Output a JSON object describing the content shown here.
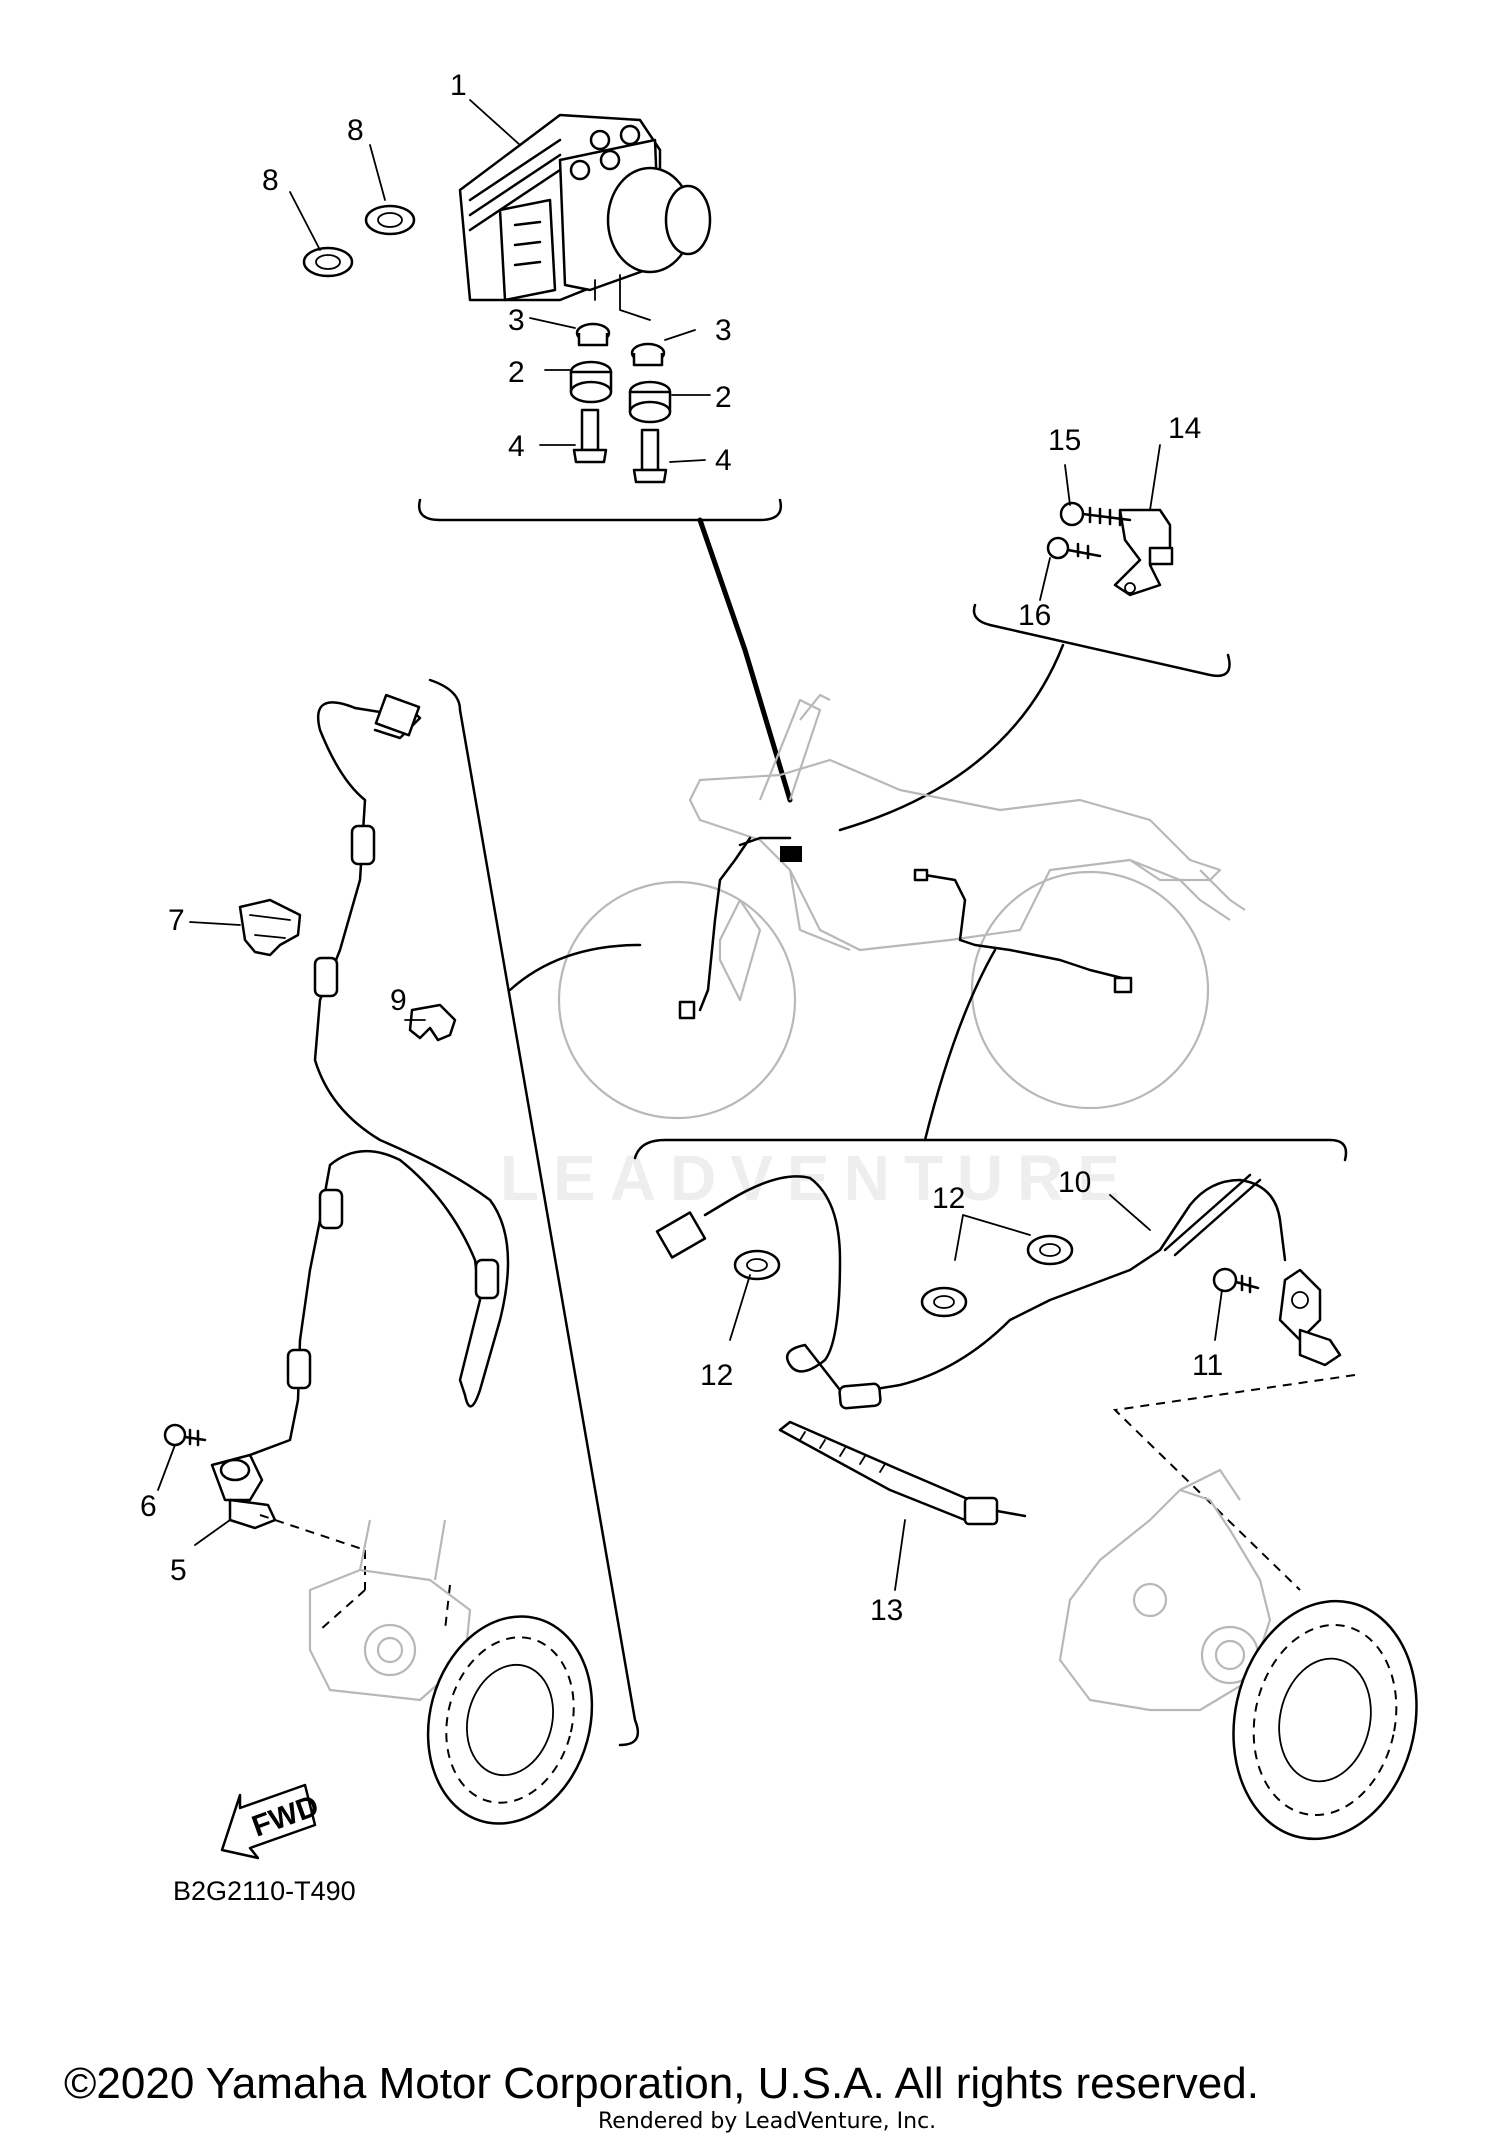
{
  "diagram": {
    "callouts": {
      "c1": "1",
      "c2a": "2",
      "c2b": "2",
      "c3a": "3",
      "c3b": "3",
      "c4a": "4",
      "c4b": "4",
      "c5": "5",
      "c6": "6",
      "c7": "7",
      "c8a": "8",
      "c8b": "8",
      "c9": "9",
      "c10": "10",
      "c11": "11",
      "c12a": "12",
      "c12b": "12",
      "c13": "13",
      "c14": "14",
      "c15": "15",
      "c16": "16"
    },
    "fwd_label": "FWD",
    "diagram_code": "B2G2110-T490",
    "watermark": "LEADVENTURE"
  },
  "footer": {
    "copyright": "©2020 Yamaha Motor Corporation, U.S.A. All rights reserved.",
    "rendered_by": "Rendered by LeadVenture, Inc."
  }
}
